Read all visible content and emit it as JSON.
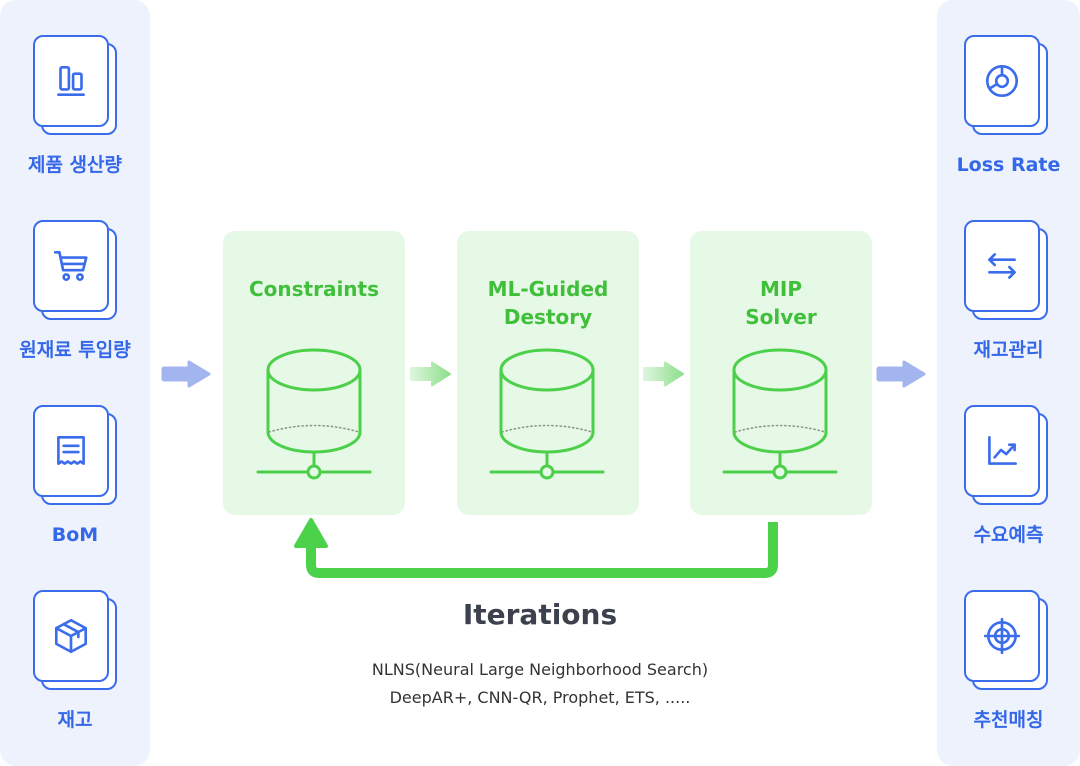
{
  "inputs": [
    {
      "label": "제품 생산량",
      "icon": "bar-chart-icon"
    },
    {
      "label": "원재료 투입량",
      "icon": "shopping-cart-icon"
    },
    {
      "label": "BoM",
      "icon": "receipt-icon"
    },
    {
      "label": "재고",
      "icon": "package-icon"
    }
  ],
  "stages": [
    {
      "title": [
        "Constraints"
      ],
      "icon": "database-icon"
    },
    {
      "title": [
        "ML-Guided",
        "Destory"
      ],
      "icon": "database-icon"
    },
    {
      "title": [
        "MIP",
        "Solver"
      ],
      "icon": "database-icon"
    }
  ],
  "outputs": [
    {
      "label": "Loss Rate",
      "icon": "pie-chart-icon"
    },
    {
      "label": "재고관리",
      "icon": "swap-arrows-icon"
    },
    {
      "label": "수요예측",
      "icon": "trend-chart-icon"
    },
    {
      "label": "추천매칭",
      "icon": "target-icon"
    }
  ],
  "iterations": {
    "title": "Iterations",
    "lines": [
      "NLNS(Neural Large Neighborhood Search)",
      "DeepAR+, CNN-QR, Prophet, ETS, ....."
    ]
  },
  "colors": {
    "panel_bg": "#EEF2FC",
    "icon_blue": "#3A6CEB",
    "label_blue": "#3568E8",
    "stage_bg": "#E6F8E6",
    "stage_green": "#40BF3A",
    "db_green": "#4CD04A",
    "flow_arrow": "#A3B5EF",
    "loop_arrow": "#4CD24A",
    "title_dark": "#3C414E",
    "text_dark": "#333333"
  }
}
